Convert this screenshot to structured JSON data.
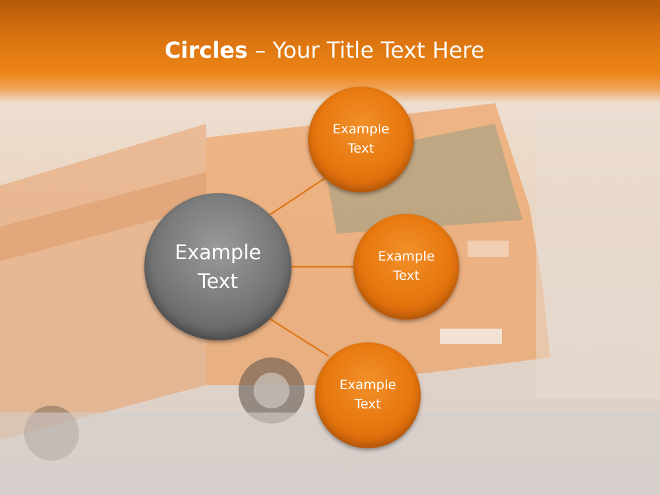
{
  "slide": {
    "title_strong": "Circles",
    "title_rest": " – Your Title Text Here"
  },
  "diagram": {
    "center": {
      "label": "Example\nText",
      "color": "#7c7c7c"
    },
    "satellites": [
      {
        "label": "Example\nText",
        "color": "#e8780f"
      },
      {
        "label": "Example\nText",
        "color": "#e8780f"
      },
      {
        "label": "Example\nText",
        "color": "#e8780f"
      }
    ],
    "connector_color": "#e07a1c"
  },
  "colors": {
    "header": "#d9720f",
    "accent": "#e8780f"
  }
}
